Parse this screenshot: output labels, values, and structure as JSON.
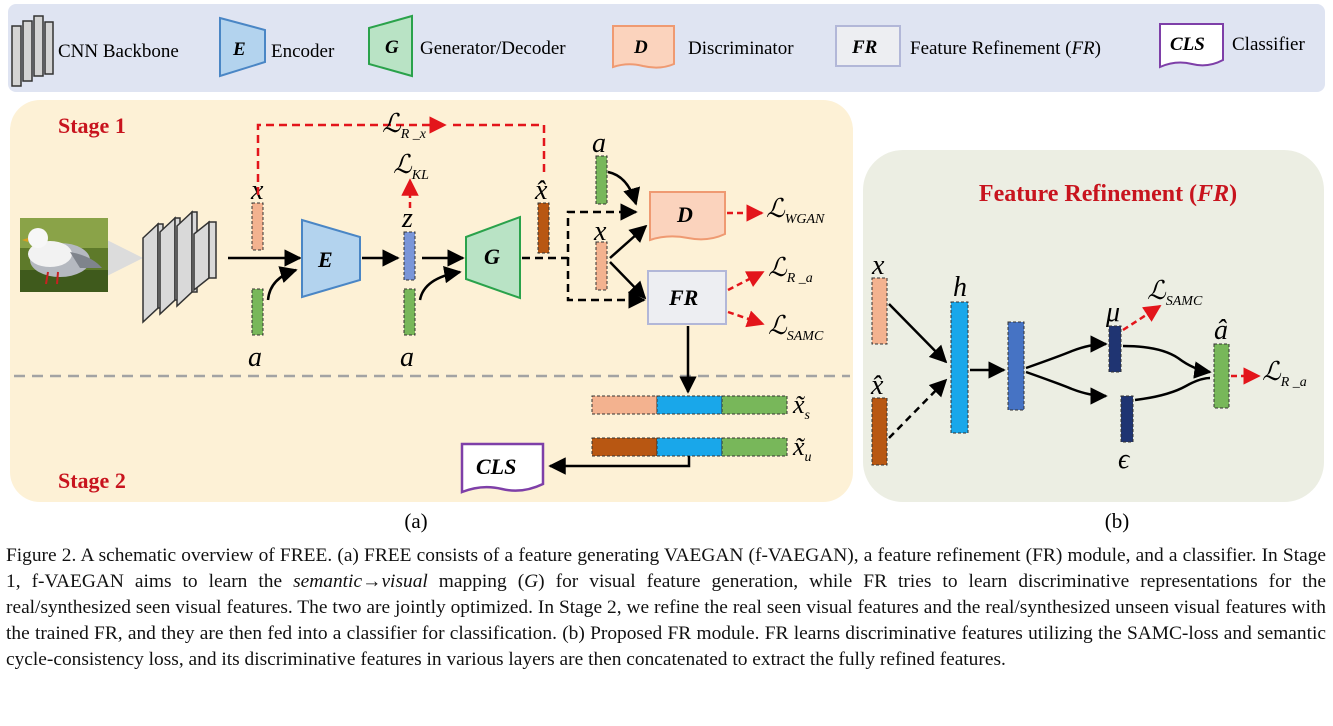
{
  "legend": {
    "cnn": "CNN Backbone",
    "encoder_symbol": "E",
    "encoder": "Encoder",
    "generator_symbol": "G",
    "generator": "Generator/Decoder",
    "discriminator_symbol": "D",
    "discriminator": "Discriminator",
    "fr_symbol": "FR",
    "fr_prefix": "Feature Refinement (",
    "fr_italic": "FR",
    "fr_suffix": ")",
    "cls_symbol": "CLS",
    "classifier": "Classifier"
  },
  "panel_a": {
    "stage1": "Stage 1",
    "stage2": "Stage 2",
    "label": "(a)",
    "encoder": "E",
    "generator": "G",
    "discriminator": "D",
    "fr": "FR",
    "cls": "CLS",
    "var_x": "x",
    "var_z": "z",
    "var_a": "a",
    "var_xhat": "x̂",
    "loss_L": "ℒ",
    "loss_rx_sub": "R _x",
    "loss_kl_sub": "KL",
    "loss_wgan_sub": "WGAN",
    "loss_ra_sub": "R _a",
    "loss_samc_sub": "SAMC",
    "xs": "x̃",
    "xs_sub": "s",
    "xu": "x̃",
    "xu_sub": "u"
  },
  "panel_b": {
    "title_prefix": "Feature Refinement (",
    "title_italic": "FR",
    "title_suffix": ")",
    "label": "(b)",
    "var_x": "x",
    "var_xhat": "x̂",
    "var_h": "h",
    "var_mu": "μ",
    "var_eps": "ϵ",
    "var_ahat": "â",
    "loss_L": "ℒ",
    "loss_samc_sub": "SAMC",
    "loss_ra_sub": "R _a"
  },
  "colors": {
    "legend_bg": "#dfe4f2",
    "stage_bg": "#fdf1d6",
    "fr_panel_bg": "#eceee3",
    "encoder_fill": "#b3d3ee",
    "encoder_stroke": "#4a86c5",
    "generator_fill": "#b9e3c5",
    "generator_stroke": "#2aa24b",
    "disc_fill": "#fbd3bd",
    "disc_stroke": "#ef9a72",
    "fr_fill": "#edeef2",
    "fr_stroke": "#b2b7d8",
    "cls_stroke": "#7e3fa8",
    "stage_text": "#c8141e",
    "loss_arrow": "#e3151b",
    "feat_peach": "#f3b28f",
    "feat_green": "#78b75a",
    "feat_blue": "#7a96d8",
    "feat_brown": "#b85712",
    "feat_cyan": "#19a7ea",
    "feat_navy": "#1f3472"
  },
  "caption": {
    "fig_label": "Figure 2.",
    "part1": " A schematic overview of FREE. (a) FREE consists of a feature generating VAEGAN (f-VAEGAN), a feature refinement (FR) module, and a classifier. In Stage 1, f-VAEGAN aims to learn the ",
    "italic_semantic": "semantic",
    "arrow": "→",
    "italic_visual": "visual",
    "part2": " mapping (",
    "italic_G": "G",
    "part3": ") for visual feature generation, while FR tries to learn discriminative representations for the real/synthesized seen visual features. The two are jointly optimized. In Stage 2, we refine the real seen visual features and the real/synthesized unseen visual features with the trained FR, and they are then fed into a classifier for classification. (b) Proposed FR module. FR learns discriminative features utilizing the SAMC-loss and semantic cycle-consistency loss, and its discriminative features in various layers are then concatenated to extract the fully refined features."
  }
}
